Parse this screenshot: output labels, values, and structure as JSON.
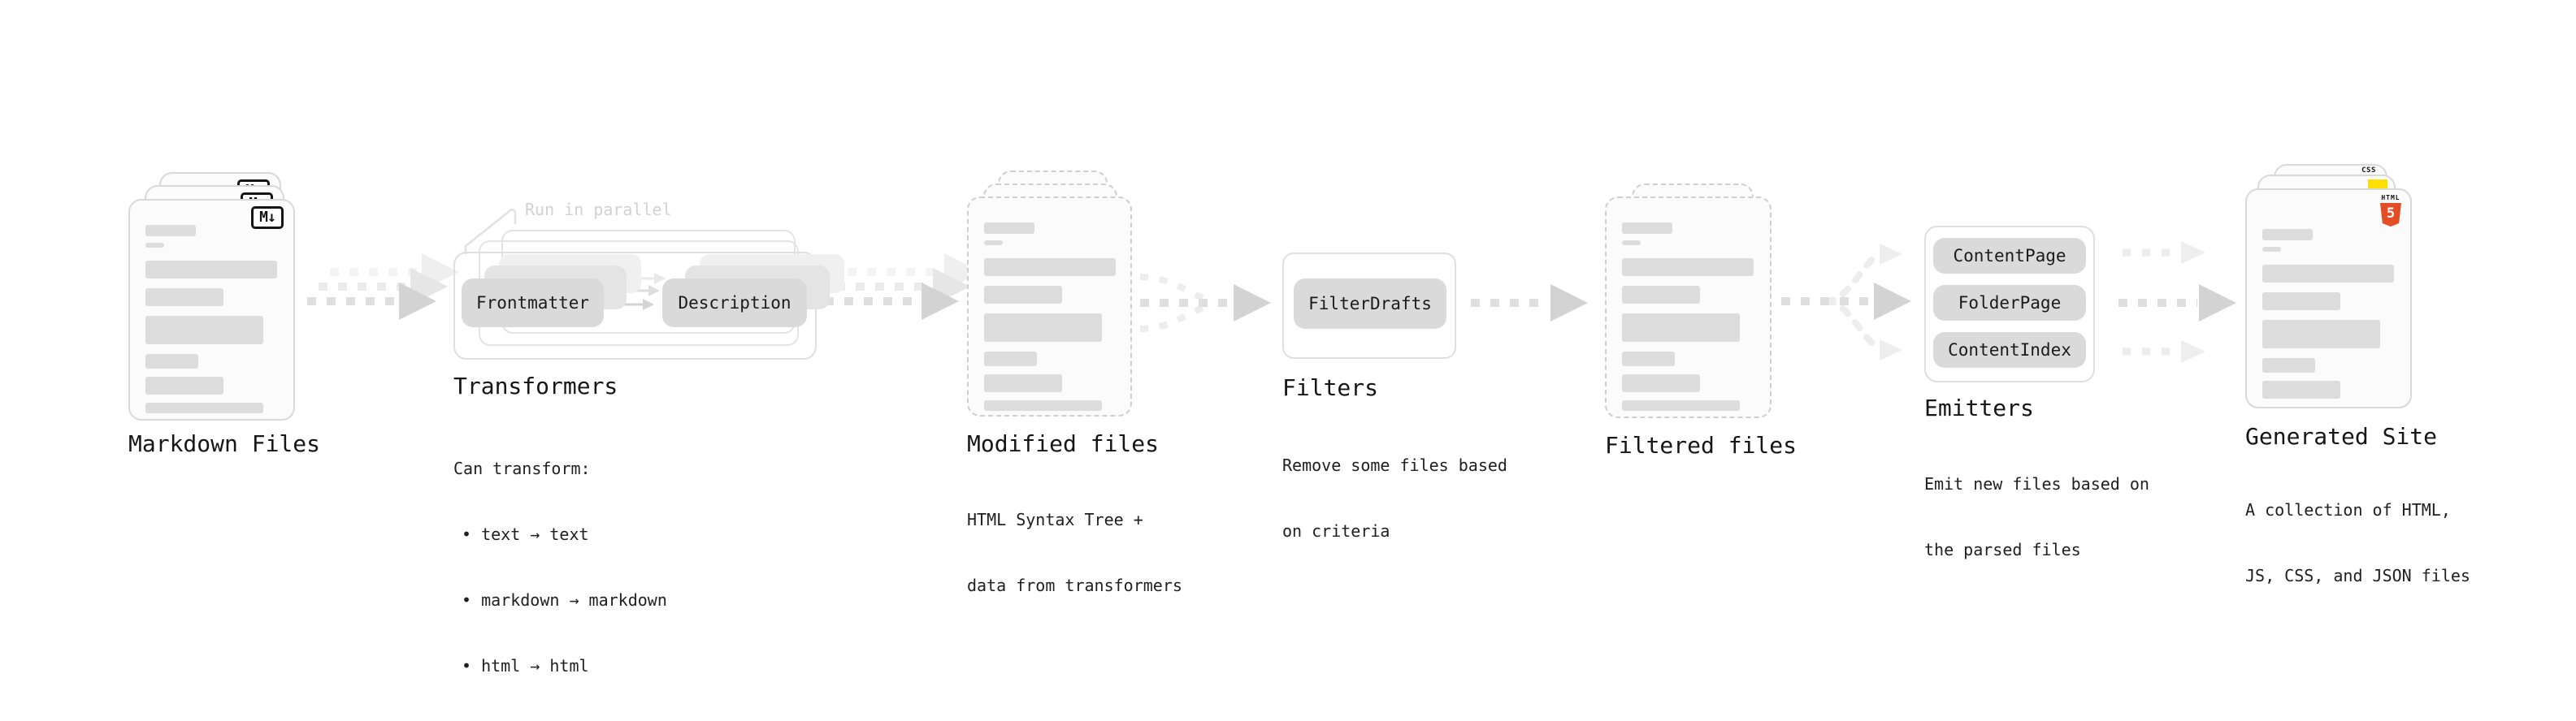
{
  "colors": {
    "pill_gray": "#dadada",
    "placeholder_bar_gray": "#dcdcdc",
    "arrow_gray": "#d3d3d3",
    "callout_muted_gray": "#d2d2d2",
    "html5_orange": "#e44d26",
    "js_yellow": "#ffdf00",
    "css_blue": "#2964f2"
  },
  "stages": {
    "markdown_files": {
      "label": "Markdown Files",
      "badge": "M↓",
      "file_count": 3
    },
    "transformers": {
      "label": "Transformers",
      "callout": "Run in parallel",
      "pills": [
        "Frontmatter",
        "Description"
      ],
      "description_title": "Can transform:",
      "bullets": [
        "• text → text",
        "• markdown → markdown",
        "• html → html"
      ]
    },
    "modified_files": {
      "label": "Modified files",
      "description_lines": [
        "HTML Syntax Tree +",
        "data from transformers"
      ],
      "file_count": 3
    },
    "filters": {
      "label": "Filters",
      "pills": [
        "FilterDrafts"
      ],
      "description_lines": [
        "Remove some files based",
        "on criteria"
      ]
    },
    "filtered_files": {
      "label": "Filtered files",
      "file_count": 2
    },
    "emitters": {
      "label": "Emitters",
      "pills": [
        "ContentPage",
        "FolderPage",
        "ContentIndex"
      ],
      "description_lines": [
        "Emit new files based on",
        "the parsed files"
      ]
    },
    "generated_site": {
      "label": "Generated Site",
      "description_lines": [
        "A collection of HTML,",
        "JS, CSS, and JSON files"
      ],
      "badges": {
        "html5_wordmark": "HTML",
        "html5_number": "5",
        "css_wordmark": "CSS"
      },
      "file_count": 3
    }
  }
}
